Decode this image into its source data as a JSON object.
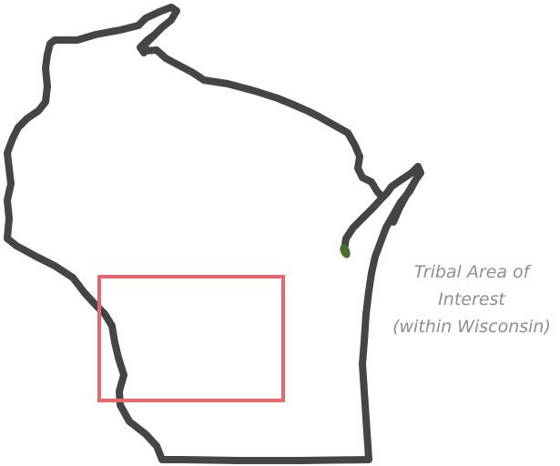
{
  "map": {
    "region": "Wisconsin",
    "label_lines": [
      "Tribal Area of",
      "Interest",
      "(within Wisconsin)"
    ]
  },
  "colors": {
    "outline": "#454545",
    "area_of_interest_box": "#e8676a",
    "tribal_area_marker": "#4a6e2c",
    "label_text": "#8e8e8e"
  }
}
